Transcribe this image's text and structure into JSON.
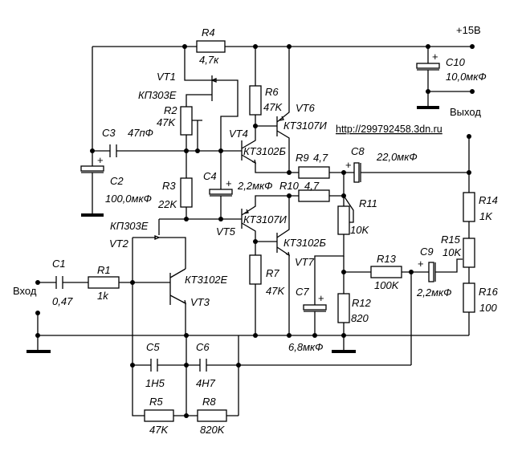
{
  "title": "Power amplifier schematic",
  "supply": "+15В",
  "input_label": "Вход",
  "output_label": "Выход",
  "url": "http://299792458.3dn.ru",
  "resistors": [
    {
      "ref": "R1",
      "value": "1k"
    },
    {
      "ref": "R2",
      "value": "47K"
    },
    {
      "ref": "R3",
      "value": "22K"
    },
    {
      "ref": "R4",
      "value": "4,7к"
    },
    {
      "ref": "R5",
      "value": "47K"
    },
    {
      "ref": "R6",
      "value": "47K"
    },
    {
      "ref": "R7",
      "value": "47K"
    },
    {
      "ref": "R8",
      "value": "820K"
    },
    {
      "ref": "R9",
      "value": "4,7"
    },
    {
      "ref": "R10",
      "value": "4,7"
    },
    {
      "ref": "R11",
      "value": "10K"
    },
    {
      "ref": "R12",
      "value": "820"
    },
    {
      "ref": "R13",
      "value": "100K"
    },
    {
      "ref": "R14",
      "value": "1K"
    },
    {
      "ref": "R15",
      "value": "10K"
    },
    {
      "ref": "R16",
      "value": "100"
    }
  ],
  "capacitors": [
    {
      "ref": "C1",
      "value": "0,47"
    },
    {
      "ref": "C2",
      "value": "100,0мкФ"
    },
    {
      "ref": "C3",
      "value": "47пФ"
    },
    {
      "ref": "C4",
      "value": "2,2мкФ"
    },
    {
      "ref": "C5",
      "value": "1Н5"
    },
    {
      "ref": "C6",
      "value": "4Н7"
    },
    {
      "ref": "C7",
      "value": "6,8мкФ"
    },
    {
      "ref": "C8",
      "value": "22,0мкФ"
    },
    {
      "ref": "C9",
      "value": "2,2мкФ"
    },
    {
      "ref": "C10",
      "value": "10,0мкФ"
    }
  ],
  "transistors": [
    {
      "ref": "VT1",
      "type": "КП303Е"
    },
    {
      "ref": "VT2",
      "type": "КП303Е"
    },
    {
      "ref": "VT3",
      "type": "КТ3102Е"
    },
    {
      "ref": "VT4",
      "type": "КТ3102Б"
    },
    {
      "ref": "VT5",
      "type": "КТ3107И"
    },
    {
      "ref": "VT6",
      "type": "КТ3107И"
    },
    {
      "ref": "VT7",
      "type": "КТ3102Б"
    }
  ],
  "plus_sign": "+"
}
